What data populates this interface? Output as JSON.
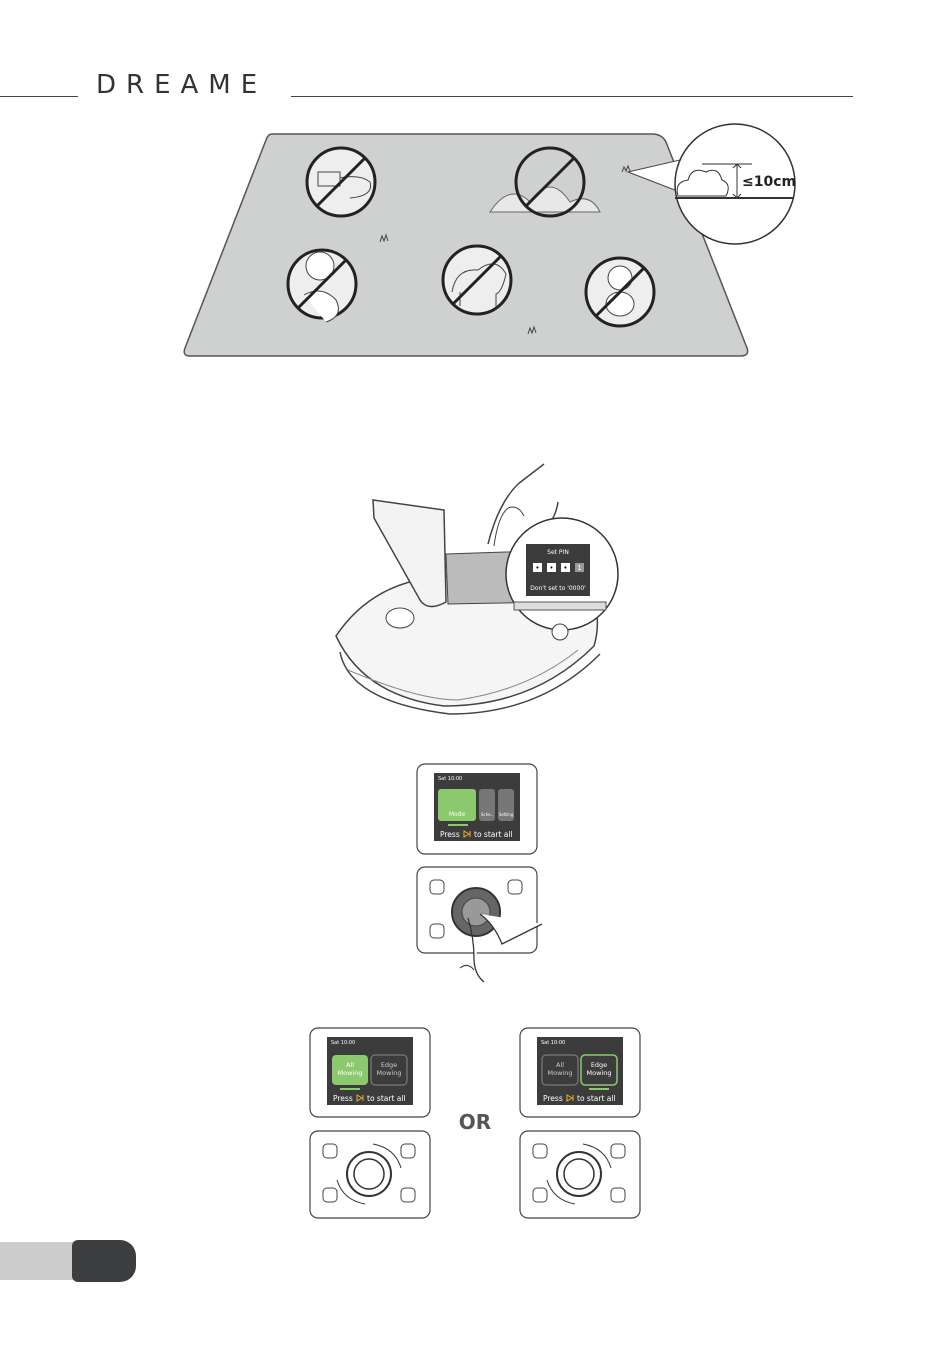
{
  "header": {
    "brand": "DREAME"
  },
  "lawn_figure": {
    "height_limit_label": "≤10cm"
  },
  "pin_figure": {
    "screen_title": "Set PIN",
    "pin_digits": [
      "•",
      "•",
      "•",
      "1"
    ],
    "screen_hint": "Don't set to '0000'"
  },
  "mode_screen": {
    "status_time": "Sat 10:00",
    "tiles": [
      "Mode",
      "Sche..",
      "Setting"
    ],
    "press_text": "Press",
    "press_suffix": "to start all"
  },
  "choice_screens": {
    "left": {
      "status_time": "Sat 10:00",
      "option_a": [
        "All",
        "Mowing"
      ],
      "option_b": [
        "Edge",
        "Mowing"
      ],
      "press_text": "Press",
      "press_suffix": "to start all",
      "selected": "All Mowing"
    },
    "right": {
      "status_time": "Sat 10:00",
      "option_a": [
        "All",
        "Mowing"
      ],
      "option_b": [
        "Edge",
        "Mowing"
      ],
      "press_text": "Press",
      "press_suffix": "to start all",
      "selected": "Edge Mowing"
    },
    "or_label": "OR"
  },
  "colors": {
    "accent_green": "#8cc86e",
    "lcd_bg": "#3c3c3c",
    "play_orange": "#f0b030",
    "lawn_grey": "#cfd1d1"
  }
}
